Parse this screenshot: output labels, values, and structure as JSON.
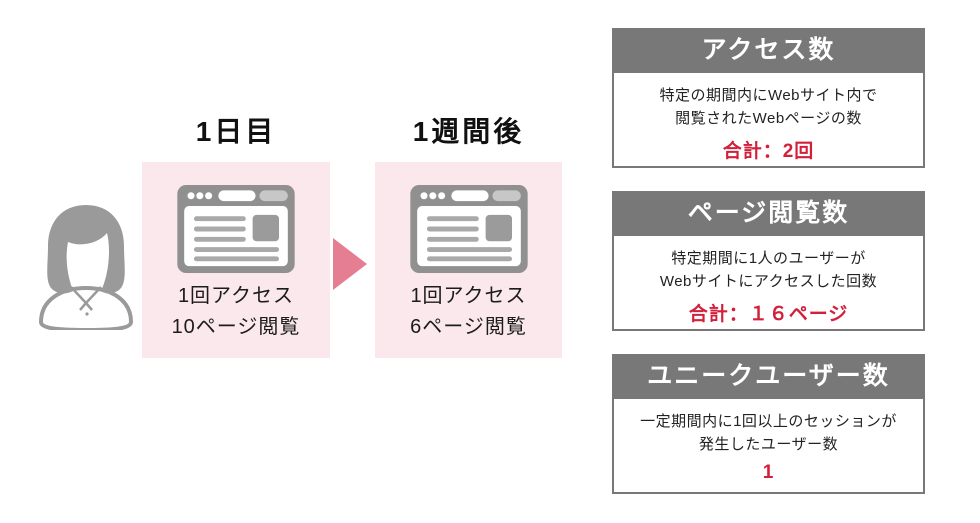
{
  "palette": {
    "pink_box": "#fae8ec",
    "arrow_pink": "#e57e93",
    "header_gray": "#787878",
    "icon_gray": "#9a9a9a",
    "value_red": "#d2203a"
  },
  "icons": {
    "person": "woman-user-icon",
    "browser": "browser-window-icon",
    "arrow": "right-arrow-icon"
  },
  "timeline": {
    "steps": [
      {
        "title": "1日目",
        "lines": [
          "1回アクセス",
          "10ページ閲覧"
        ]
      },
      {
        "title": "1週間後",
        "lines": [
          "1回アクセス",
          "6ページ閲覧"
        ]
      }
    ]
  },
  "cards": [
    {
      "title": "アクセス数",
      "description": "特定の期間内にWebサイト内で\n閲覧されたWebページの数",
      "value": "合計：2回"
    },
    {
      "title": "ページ閲覧数",
      "description": "特定期間に1人のユーザーが\nWebサイトにアクセスした回数",
      "value": "合計：１６ページ"
    },
    {
      "title": "ユニークユーザー数",
      "description": "一定期間内に1回以上のセッションが\n発生したユーザー数",
      "value": "1"
    }
  ]
}
